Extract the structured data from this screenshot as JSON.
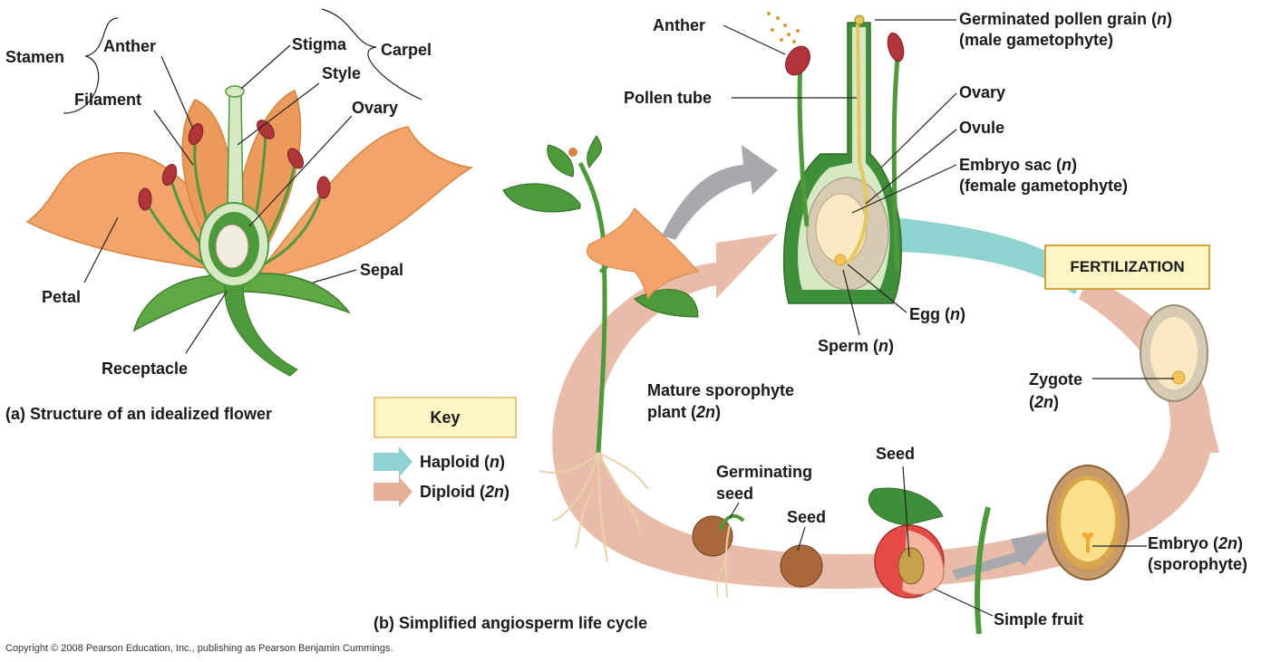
{
  "colors": {
    "petal": "#f2a46a",
    "petal_shadow": "#e08a4a",
    "leaf_green": "#4d9a3a",
    "stem_green": "#3f8f3a",
    "anther_red": "#b0343a",
    "haploid": "#8fd3d0",
    "diploid": "#e4b09a",
    "key_fill": "#fdf5c3",
    "arrow_gray": "#a7a9ac"
  },
  "panel_a": {
    "labels": {
      "stamen": "Stamen",
      "anther": "Anther",
      "filament": "Filament",
      "stigma": "Stigma",
      "style": "Style",
      "carpel": "Carpel",
      "ovary": "Ovary",
      "petal": "Petal",
      "sepal": "Sepal",
      "receptacle": "Receptacle"
    },
    "caption": "(a) Structure of an idealized flower"
  },
  "panel_b": {
    "labels": {
      "anther": "Anther",
      "germinated_pollen_1": "Germinated pollen grain (",
      "germinated_pollen_n": "n",
      "germinated_pollen_2": ")",
      "male_gametophyte": "(male gametophyte)",
      "pollen_tube": "Pollen tube",
      "ovary": "Ovary",
      "ovule": "Ovule",
      "embryo_sac_1": "Embryo sac (",
      "embryo_sac_n": "n",
      "embryo_sac_2": ")",
      "female_gametophyte": "(female gametophyte)",
      "fertilization": "FERTILIZATION",
      "egg_1": "Egg (",
      "egg_n": "n",
      "egg_2": ")",
      "sperm_1": "Sperm (",
      "sperm_n": "n",
      "sperm_2": ")",
      "zygote": "Zygote",
      "zygote_ploidy_1": "(",
      "zygote_ploidy_n": "2n",
      "zygote_ploidy_2": ")",
      "mature_sporophyte_1": "Mature sporophyte",
      "mature_sporophyte_2a": "plant (",
      "mature_sporophyte_2n": "2n",
      "mature_sporophyte_2b": ")",
      "germinating_seed_1": "Germinating",
      "germinating_seed_2": "seed",
      "seed_left": "Seed",
      "seed_fruit": "Seed",
      "embryo_1a": "Embryo (",
      "embryo_1n": "2n",
      "embryo_1b": ")",
      "sporophyte": "(sporophyte)",
      "simple_fruit": "Simple fruit"
    },
    "key": {
      "title": "Key",
      "haploid_a": "Haploid (",
      "haploid_n": "n",
      "haploid_b": ")",
      "diploid_a": "Diploid (",
      "diploid_n": "2n",
      "diploid_b": ")"
    },
    "caption": "(b) Simplified angiosperm life cycle"
  },
  "copyright": "Copyright © 2008 Pearson Education, Inc., publishing as Pearson Benjamin Cummings."
}
